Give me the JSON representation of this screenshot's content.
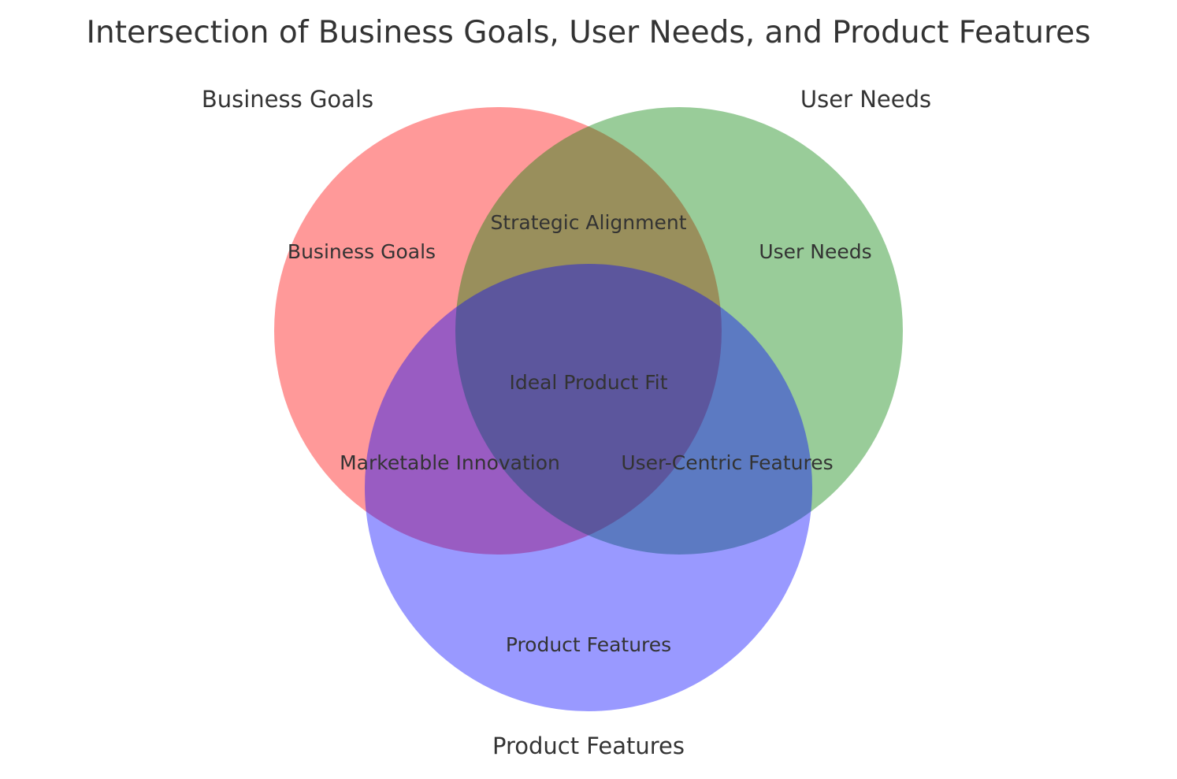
{
  "title": "Intersection of Business Goals, User Needs, and Product Features",
  "sets": {
    "business": {
      "label": "Business Goals",
      "color": "#ff0000"
    },
    "user": {
      "label": "User Needs",
      "color": "#008000"
    },
    "product": {
      "label": "Product Features",
      "color": "#0000ff"
    }
  },
  "regions": {
    "business_only": "Business Goals",
    "user_only": "User Needs",
    "product_only": "Product Features",
    "business_user": "Strategic Alignment",
    "business_product": "Marketable Innovation",
    "user_product": "User-Centric Features",
    "all": "Ideal Product Fit"
  }
}
